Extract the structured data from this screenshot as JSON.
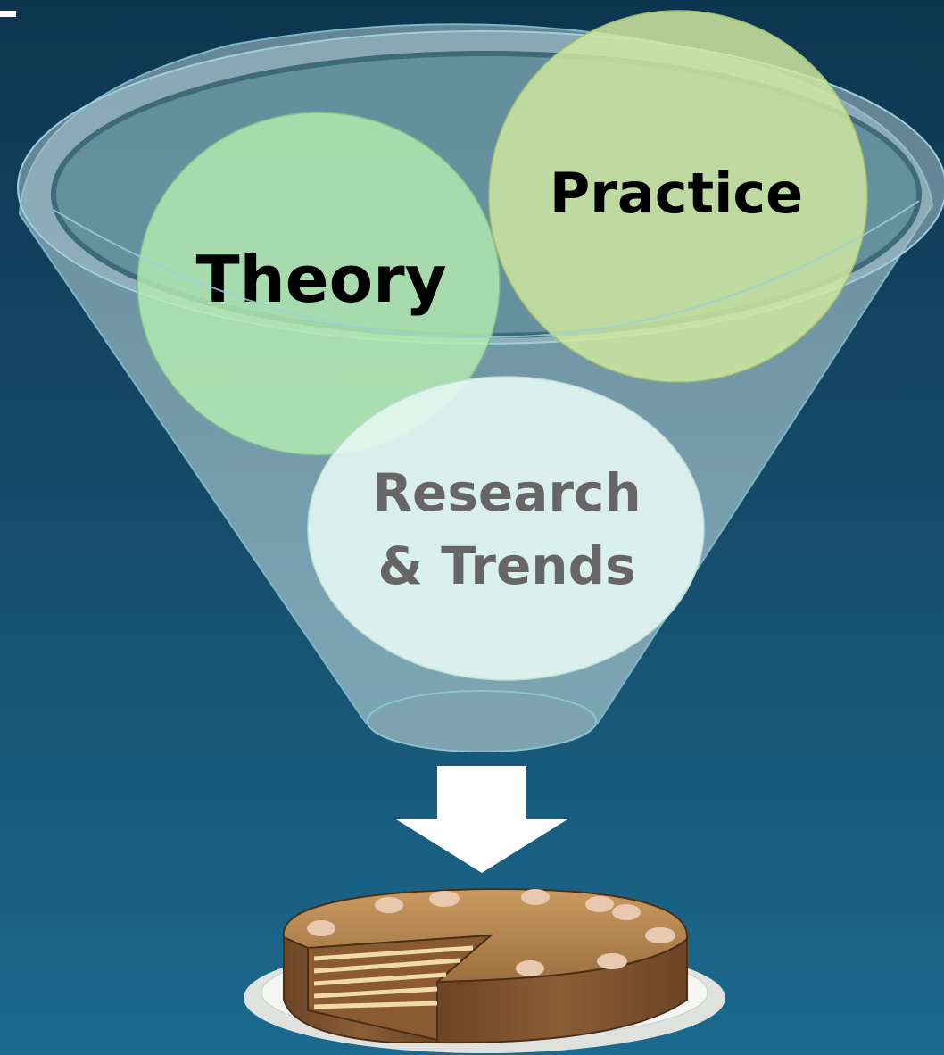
{
  "circles": {
    "theory": {
      "label": "Theory"
    },
    "practice": {
      "label": "Practice"
    },
    "research": {
      "line1": "Research",
      "line2": "& Trends"
    }
  },
  "colors": {
    "background_top": "#0e3550",
    "background_bottom": "#1b6a8f",
    "funnel_fill": "#8fb3bf",
    "theory_fill": "#aee6a8",
    "practice_fill": "#c9e39a",
    "research_fill": "#e3f6f1",
    "arrow_fill": "#ffffff",
    "cake_top": "#b68a55",
    "cake_side": "#7a5230",
    "plate": "#eef0ee"
  },
  "icons": {
    "arrow": "down-arrow-icon",
    "cake": "cake-icon"
  }
}
